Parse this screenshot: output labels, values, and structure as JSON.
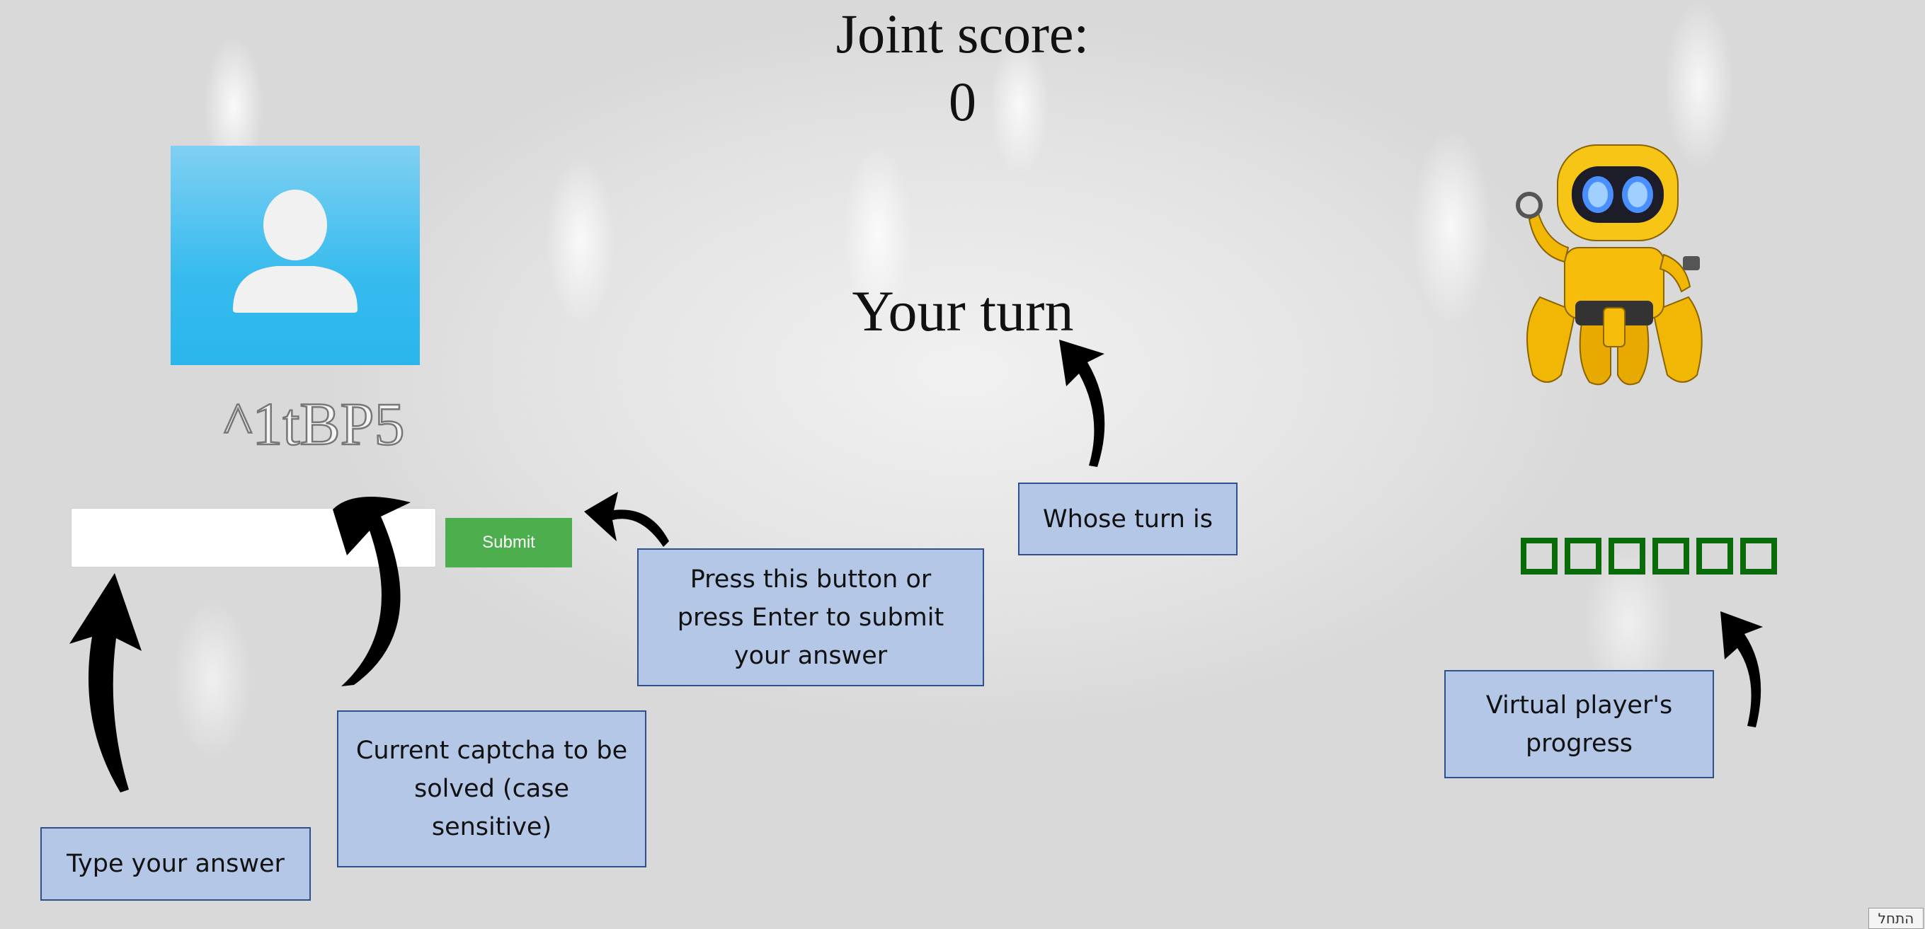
{
  "score": {
    "label": "Joint score:",
    "value": "0"
  },
  "turn": {
    "text": "Your turn"
  },
  "player": {
    "avatar": "user-avatar-icon"
  },
  "virtual_player": {
    "avatar": "robot-icon"
  },
  "captcha": {
    "text": "^1tBP5"
  },
  "answer": {
    "value": "",
    "placeholder": ""
  },
  "submit": {
    "label": "Submit"
  },
  "progress": {
    "total_boxes": 6,
    "filled": 0,
    "color": "#0a6b0a"
  },
  "callouts": {
    "type_answer": "Type your answer",
    "captcha_info": "Current captcha to be solved (case sensitive)",
    "submit_info": "Press this button or press Enter to submit your answer",
    "whose_turn": "Whose turn is",
    "virtual_progress": "Virtual player's progress"
  },
  "corner": {
    "label": "התחל"
  },
  "colors": {
    "callout_fill": "#b4c7e7",
    "callout_border": "#2f528f",
    "submit_green": "#4cae4c",
    "avatar_blue": "#36bbee"
  }
}
